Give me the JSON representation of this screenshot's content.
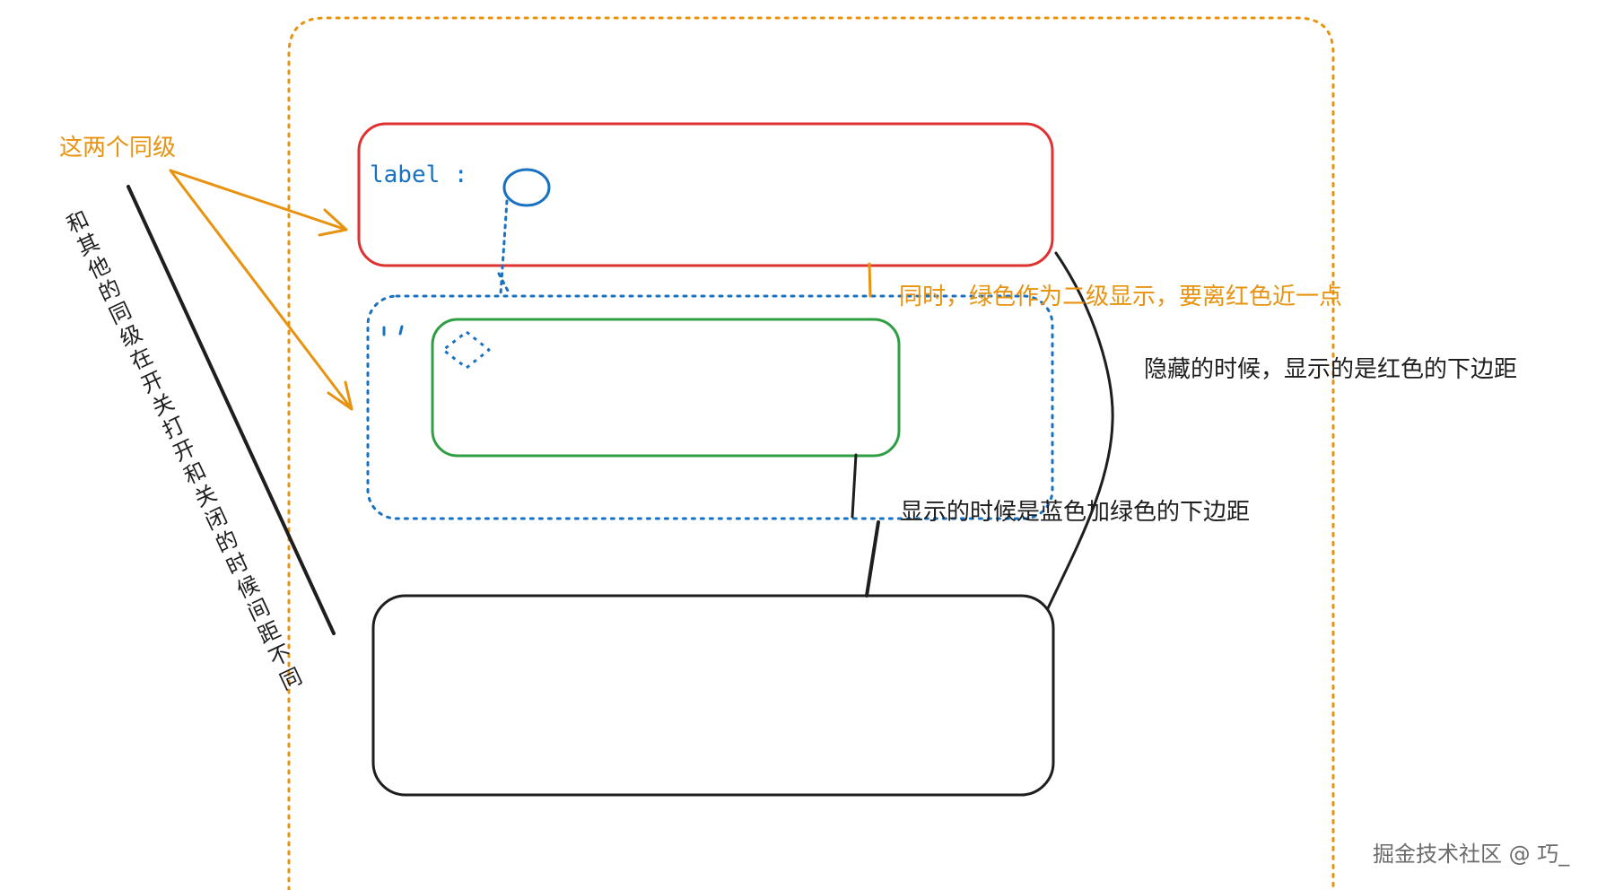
{
  "notes": {
    "siblings": "这两个同级",
    "label": "label :",
    "green_secondary": "同时，绿色作为二级显示，要离红色近一点",
    "hidden_margin": "隐藏的时候，显示的是红色的下边距",
    "shown_margin": "显示的时候是蓝色加绿色的下边距",
    "vertical_spacing": "和其他的同级在开关打开和关闭的时候间距不同"
  },
  "watermark": "掘金技术社区 @ 巧_",
  "colors": {
    "container": "#e8930f",
    "red_box": "#e03131",
    "blue_group": "#1971c2",
    "green_box": "#2f9e44",
    "black": "#1e1e1e",
    "annotation": "#e8930f"
  }
}
